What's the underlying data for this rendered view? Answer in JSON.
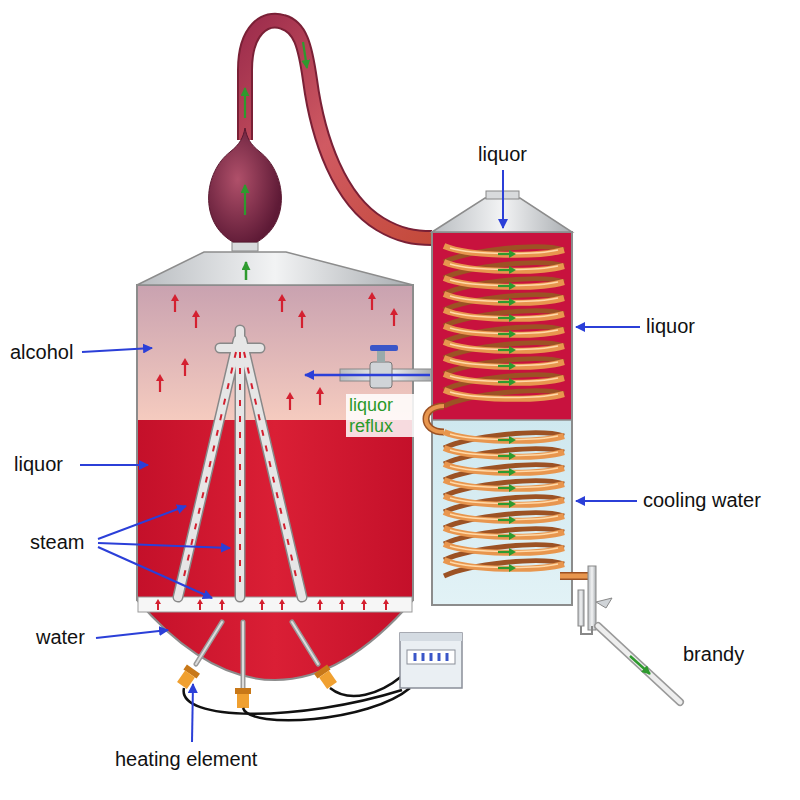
{
  "diagram": {
    "labels": [
      "liquor",
      "liquor",
      "alcohol",
      "liquor reflux",
      "liquor",
      "cooling water",
      "steam",
      "water",
      "brandy",
      "heating element"
    ]
  }
}
